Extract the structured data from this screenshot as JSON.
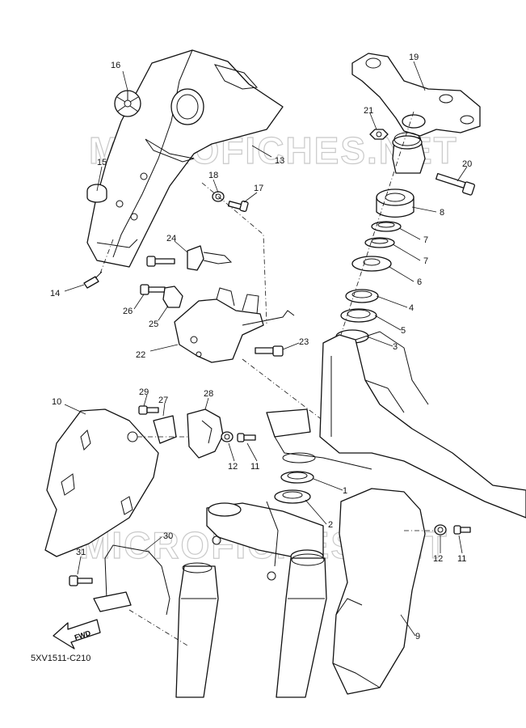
{
  "diagram": {
    "watermark_top": "MICROFICHES.NET",
    "watermark_bottom": "MICROFICHES.NET",
    "diagram_code": "5XV1511-C210",
    "fwd_label": "FWD",
    "callouts": [
      "16",
      "13",
      "15",
      "18",
      "17",
      "14",
      "24",
      "26",
      "25",
      "22",
      "19",
      "21",
      "20",
      "8",
      "7",
      "7",
      "6",
      "4",
      "5",
      "3",
      "23",
      "10",
      "29",
      "27",
      "28",
      "12",
      "11",
      "1",
      "2",
      "12",
      "11",
      "30",
      "31",
      "9"
    ]
  }
}
